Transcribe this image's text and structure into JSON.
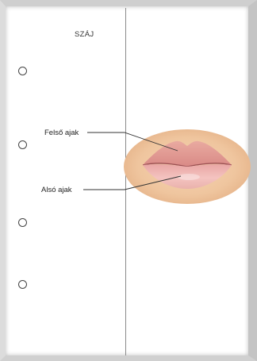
{
  "title": "SZÁJ",
  "labels": {
    "upper_lip": "Felső ajak",
    "lower_lip": "Alsó ajak"
  },
  "colors": {
    "skin": "#f0c9a4",
    "upper_lip": "#e7a49c",
    "lower_lip": "#f1b9b5",
    "leader_line": "#333333"
  }
}
